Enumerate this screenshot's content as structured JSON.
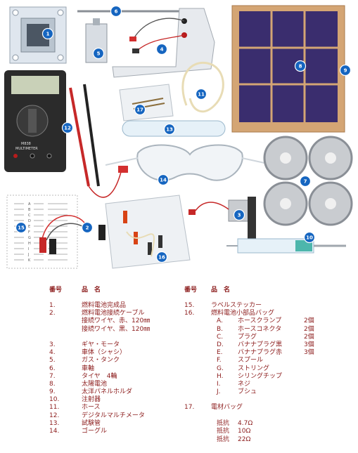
{
  "badges": [
    "1",
    "2",
    "3",
    "4",
    "5",
    "6",
    "7",
    "8",
    "9",
    "10",
    "11",
    "12",
    "13",
    "14",
    "15",
    "16",
    "17"
  ],
  "sheet_rows": [
    "A",
    "B",
    "C",
    "D",
    "E",
    "F",
    "G",
    "H",
    "I",
    "J",
    "K"
  ],
  "multimeter": {
    "model": "M838",
    "label": "MULTIMETER"
  },
  "list_left": {
    "header": {
      "num": "番号",
      "name": "品　名"
    },
    "rows": [
      {
        "num": "1.",
        "name": "燃料電池完成品"
      },
      {
        "num": "2.",
        "name": "燃料電池接続ケーブル"
      },
      {
        "num": "",
        "name": "接続ワイヤ、赤、120㎜"
      },
      {
        "num": "",
        "name": "接続ワイヤ、黒、120㎜"
      },
      {
        "num": "",
        "name": ""
      },
      {
        "num": "3.",
        "name": "ギヤ・モータ"
      },
      {
        "num": "4.",
        "name": "車体（シャシ）"
      },
      {
        "num": "5.",
        "name": "ガス・タンク"
      },
      {
        "num": "6.",
        "name": "車軸"
      },
      {
        "num": "7.",
        "name": "タイヤ　4輪"
      },
      {
        "num": "8.",
        "name": "太陽電池"
      },
      {
        "num": "9.",
        "name": "太洋パネルホルダ"
      },
      {
        "num": "10.",
        "name": "注射器"
      },
      {
        "num": "11.",
        "name": "ホース"
      },
      {
        "num": "12.",
        "name": "デジタルマルチメータ"
      },
      {
        "num": "13.",
        "name": "試験管"
      },
      {
        "num": "14.",
        "name": "ゴーグル"
      }
    ]
  },
  "list_right": {
    "header": {
      "num": "番号",
      "name": "品　名"
    },
    "rows": [
      {
        "num": "15.",
        "name": "ラベルステッカー"
      },
      {
        "num": "16.",
        "name": "燃料電池小部品バッグ"
      }
    ],
    "subrows": [
      {
        "letter": "A.",
        "name": "ホースクランプ",
        "qty": "2個"
      },
      {
        "letter": "B.",
        "name": "ホースコネクタ",
        "qty": "2個"
      },
      {
        "letter": "C.",
        "name": "プラグ",
        "qty": "2個"
      },
      {
        "letter": "D.",
        "name": "バナナプラグ黒",
        "qty": "3個"
      },
      {
        "letter": "E.",
        "name": "バナナプラグ赤",
        "qty": "3個"
      },
      {
        "letter": "F.",
        "name": "スプール",
        "qty": ""
      },
      {
        "letter": "G.",
        "name": "ストリング",
        "qty": ""
      },
      {
        "letter": "H.",
        "name": "シリングチップ",
        "qty": ""
      },
      {
        "letter": "I.",
        "name": "ネジ",
        "qty": ""
      },
      {
        "letter": "J.",
        "name": "ブシュ",
        "qty": ""
      }
    ],
    "bag17": {
      "num": "17.",
      "name": "電材バッグ"
    },
    "resistors": [
      {
        "label": "抵抗",
        "value": "4.7Ω"
      },
      {
        "label": "抵抗",
        "value": "10Ω"
      },
      {
        "label": "抵抗",
        "value": "22Ω"
      }
    ]
  },
  "colors": {
    "badge": "#1565c0",
    "text": "#8b1a1a",
    "solar_cell": "#3a2d6e",
    "solar_frame": "#d4a574",
    "wheel": "#c9ccd0"
  }
}
